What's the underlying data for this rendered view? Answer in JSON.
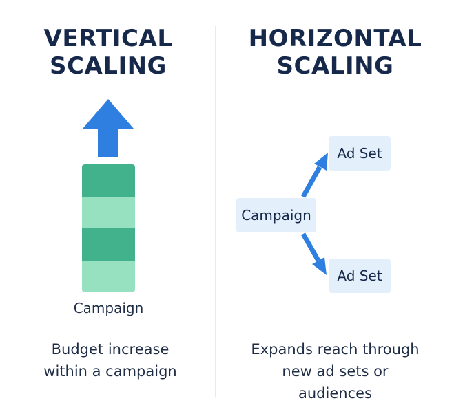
{
  "colors": {
    "title": "#17294a",
    "text": "#1e2c45",
    "arrow": "#2f7fe0",
    "box_bg": "#e3f0fb",
    "divider": "#e6e9ee",
    "segment_dark": "#41b28b",
    "segment_light": "#97e0c0"
  },
  "vertical": {
    "title_line1": "VERTICAL",
    "title_line2": "SCALING",
    "arrow_icon": "arrow-up-icon",
    "stack_segments": [
      "dark",
      "light",
      "dark",
      "light"
    ],
    "stack_label": "Campaign",
    "caption_line1": "Budget increase",
    "caption_line2": "within a campaign"
  },
  "horizontal": {
    "title_line1": "HORIZONTAL",
    "title_line2": "SCALING",
    "campaign_label": "Campaign",
    "ad_set_top": "Ad Set",
    "ad_set_bottom": "Ad Set",
    "caption_line1": "Expands reach through",
    "caption_line2": "new ad sets or",
    "caption_line3": "audiences"
  }
}
